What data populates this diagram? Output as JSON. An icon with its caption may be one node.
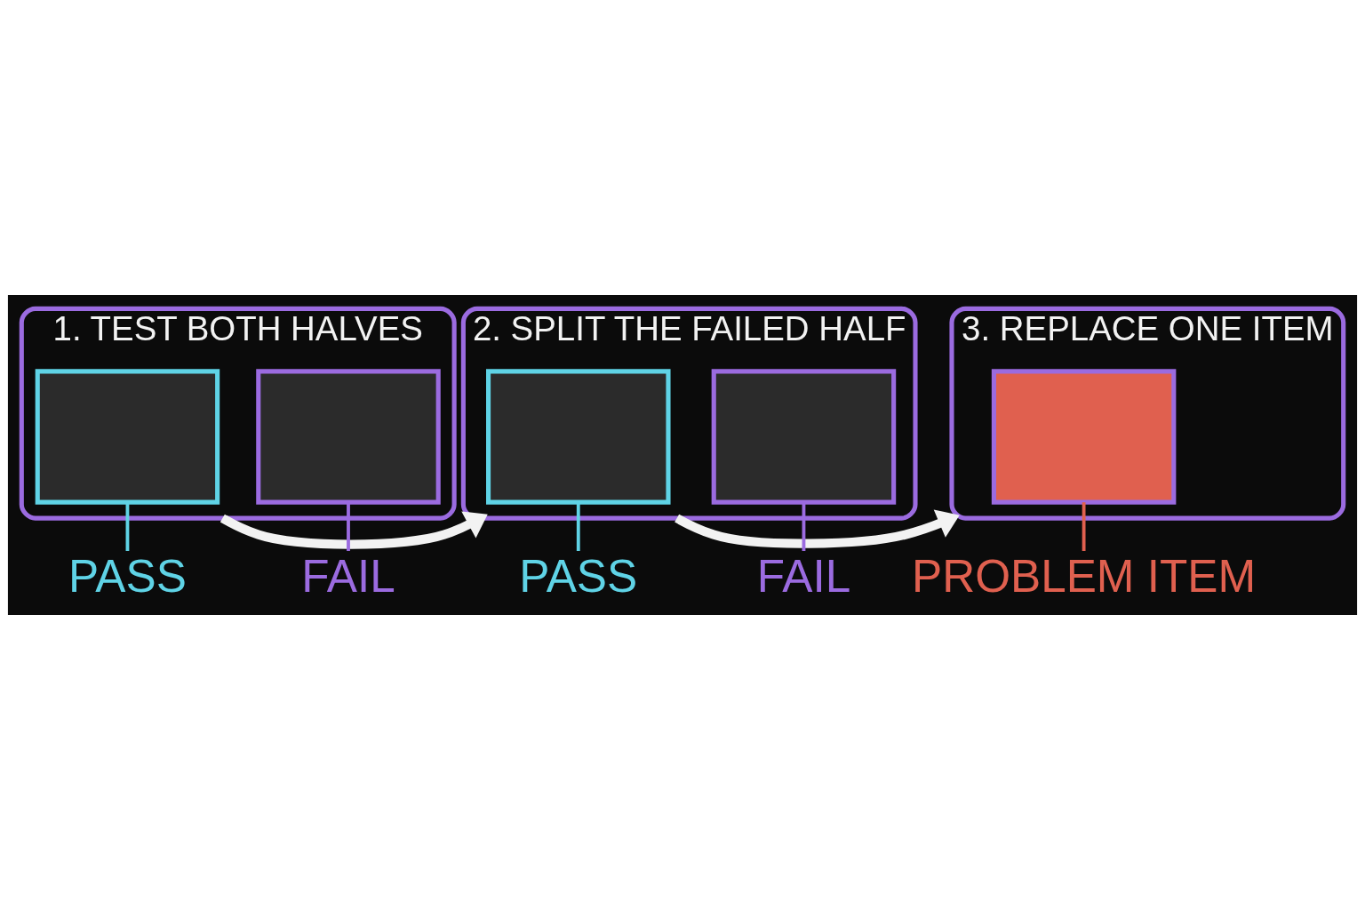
{
  "diagram": {
    "nodes": [
      {
        "text": [
          "1. TEST BOTH HALVES"
        ]
      },
      {
        "text": [],
        "shape": "box",
        "in": 0
      },
      {
        "text": [],
        "shape": "box",
        "in": 0
      },
      {
        "text": [
          "2. SPLIT THE FAILED HALF"
        ]
      },
      {
        "text": [],
        "shape": "box",
        "in": 3
      },
      {
        "text": [],
        "shape": "box",
        "in": 3
      },
      {
        "text": [
          "3. REPLACE ONE ITEM"
        ]
      },
      {
        "text": [],
        "shape": "box",
        "in": 6
      },
      {
        "text": [
          "PASS"
        ]
      },
      {
        "text": [
          "FAIL"
        ]
      },
      {
        "text": [
          "PASS"
        ]
      },
      {
        "text": [
          "FAIL"
        ]
      },
      {
        "text": [
          "PROBLEM ITEM"
        ]
      }
    ],
    "edges": [
      {
        "from": 0,
        "to": 3,
        "arrow": "to",
        "style": "thick",
        "color": "#f2f2f2"
      },
      {
        "from": 3,
        "to": 6,
        "arrow": "to",
        "style": "thick",
        "color": "#f2f2f2"
      },
      {
        "from": 8,
        "to": 1,
        "arrow": "none",
        "color": "#5fd3e6"
      },
      {
        "from": 9,
        "to": 2,
        "arrow": "none",
        "color": "#9b6be0"
      },
      {
        "from": 10,
        "to": 4,
        "arrow": "none",
        "color": "#5fd3e6"
      },
      {
        "from": 11,
        "to": 5,
        "arrow": "none",
        "color": "#9b6be0"
      },
      {
        "from": 12,
        "to": 7,
        "arrow": "none",
        "color": "#e0604f"
      }
    ]
  }
}
